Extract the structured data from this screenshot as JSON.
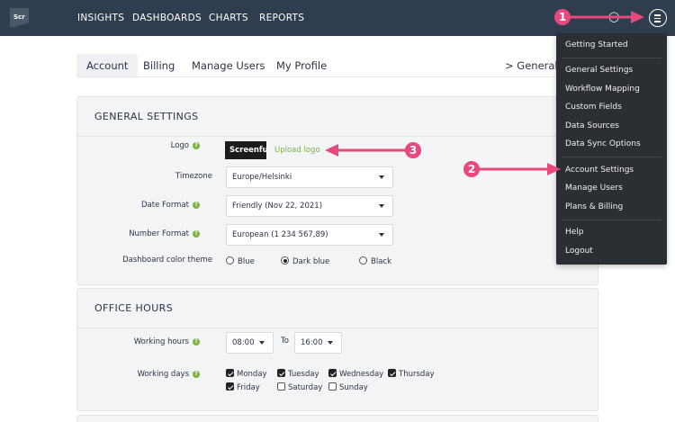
{
  "app": {
    "logo_text": "Scr"
  },
  "nav": {
    "items": [
      "INSIGHTS",
      "DASHBOARDS",
      "CHARTS",
      "REPORTS"
    ]
  },
  "tabs": [
    "Account",
    "Billing",
    "Manage Users",
    "My Profile",
    "> General S"
  ],
  "general": {
    "title": "GENERAL SETTINGS",
    "logo_label": "Logo",
    "brand_logo_text": "Screenful",
    "upload_link": "Upload logo",
    "timezone_label": "Timezone",
    "timezone_value": "Europe/Helsinki",
    "date_format_label": "Date Format",
    "date_format_value": "Friendly (Nov 22, 2021)",
    "number_format_label": "Number Format",
    "number_format_value": "European (1 234 567,89)",
    "theme_label": "Dashboard color theme",
    "theme_options": [
      "Blue",
      "Dark blue",
      "Black"
    ],
    "theme_selected": "Dark blue"
  },
  "office": {
    "title": "OFFICE HOURS",
    "working_hours_label": "Working hours",
    "hours_from": "08:00",
    "to_label": "To",
    "hours_to": "16:00",
    "working_days_label": "Working days",
    "days": [
      {
        "name": "Monday",
        "checked": true
      },
      {
        "name": "Tuesday",
        "checked": true
      },
      {
        "name": "Wednesday",
        "checked": true
      },
      {
        "name": "Thursday",
        "checked": true
      },
      {
        "name": "Friday",
        "checked": true
      },
      {
        "name": "Saturday",
        "checked": false
      },
      {
        "name": "Sunday",
        "checked": false
      }
    ]
  },
  "menu": {
    "items": [
      "Getting Started",
      "General Settings",
      "Workflow Mapping",
      "Custom Fields",
      "Data Sources",
      "Data Sync Options",
      "Account Settings",
      "Manage Users",
      "Plans & Billing",
      "Help",
      "Logout"
    ]
  },
  "annotations": [
    "1",
    "2",
    "3"
  ],
  "colors": {
    "topbar": "#2f3d4e",
    "accent_green": "#7cb342",
    "annotation_pink": "#e8487c",
    "menu_bg": "#2b2e33"
  }
}
